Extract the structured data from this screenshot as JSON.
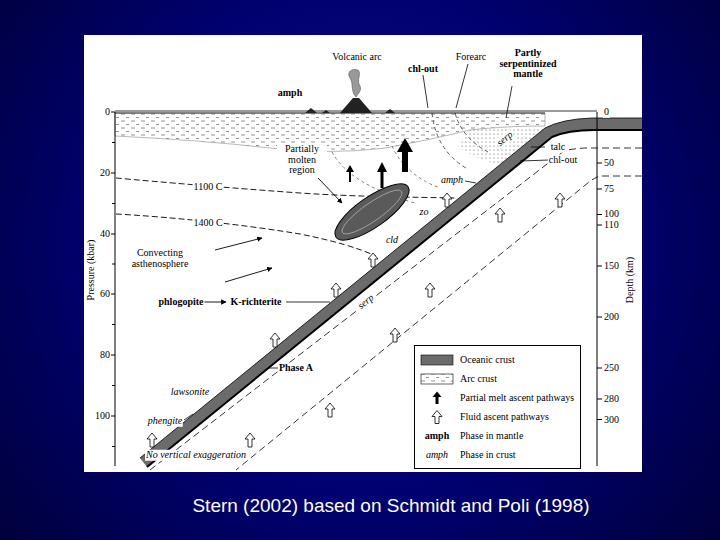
{
  "diagram": {
    "caption": "Stern (2002) based on Schmidt and Poli (1998)",
    "labels": [
      "Volcanic arc",
      "Forearc",
      "chl-out",
      "Partly serpentinized mantle",
      "amph",
      "0",
      "0",
      "Partially molten region",
      "serp",
      "talc",
      "chl-out",
      "50",
      "20",
      "75",
      "amph",
      "1100 C",
      "zo",
      "100",
      "110",
      "1400 C",
      "cld",
      "40",
      "Convecting asthenosphere",
      "150",
      "Pressure (kbar)",
      "Depth (km)",
      "serp",
      "60",
      "phlogopite",
      "K-richterite",
      "200",
      "80",
      "Phase A",
      "250",
      "lawsonite",
      "280",
      "100",
      "phengite",
      "300",
      "amph",
      "amph",
      "No vertical exaggeration"
    ],
    "legend": [
      {
        "text": "Oceanic crust",
        "color": "#6b6b6b"
      },
      {
        "text": "Arc crust"
      },
      {
        "text": "Partial melt ascent pathways"
      },
      {
        "text": "Fluid ascent pathways"
      },
      {
        "text": "Phase in mantle"
      },
      {
        "text": "Phase in crust"
      }
    ]
  }
}
